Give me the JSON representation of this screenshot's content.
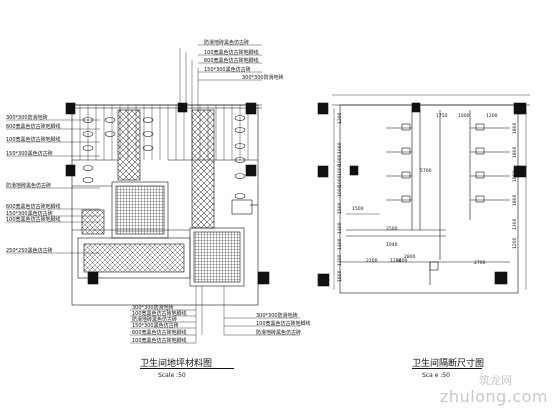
{
  "left_plan": {
    "title": "卫生间地坪材料图",
    "scale": "Scale :50",
    "callouts_left": [
      "300*300防滑地砖",
      "600宽黑色仿古砖地脚线",
      "100宽黑色仿古砖地脚线",
      "150*300黑色仿古砖",
      "防滑地砖黑色仿古砖",
      "600宽黑色仿古砖地脚线",
      "150*300黑色仿古砖",
      "100宽黑色仿古砖地脚线",
      "250*250黑色仿古砖"
    ],
    "callouts_top": [
      "防滑地砖黑色仿古砖",
      "100宽黑色仿古砖地脚线",
      "600宽黑色仿古砖地脚线",
      "150*300黑色仿古砖",
      "300*300防滑地砖"
    ],
    "callouts_bottom_center": [
      "300*300防滑地砖",
      "100宽黑色仿古砖地脚线",
      "防滑地砖黑色仿古砖",
      "150*300黑色仿古砖",
      "600宽黑色仿古砖地脚线",
      "100宽黑色仿古砖地脚线"
    ],
    "callouts_bottom_right": [
      "300*300防滑地砖",
      "100宽黑色仿古砖地脚线",
      "防滑地砖黑色仿古砖"
    ]
  },
  "right_plan": {
    "title": "卫生间隔断尺寸图",
    "scale": "Sca e :50",
    "dims_left": [
      "1200",
      "1000",
      "1000",
      "1000",
      "1000",
      "1000",
      "1500",
      "1300",
      "1300",
      "1200",
      "1500"
    ],
    "dims_top": [
      "1750",
      "1000",
      "1200",
      "5700"
    ],
    "dims_inner": [
      "2500",
      "1040",
      "2200",
      "2800",
      "3400",
      "2700",
      "1500",
      "1200"
    ],
    "dims_right": [
      "1800",
      "1800",
      "1800",
      "1800",
      "1300",
      "1200"
    ]
  },
  "watermark": {
    "text": "zhulong.com",
    "text_cn": "筑龙网"
  }
}
